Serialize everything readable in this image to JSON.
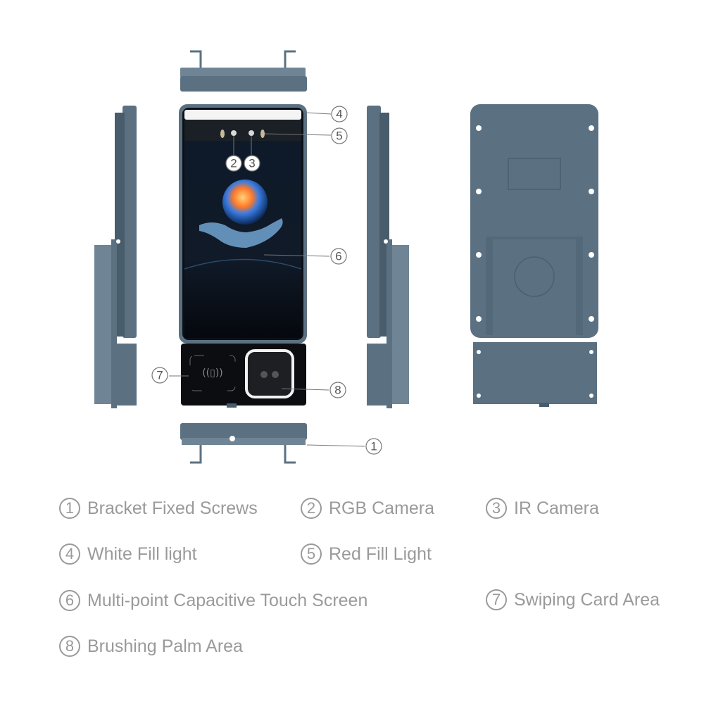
{
  "colors": {
    "device_body": "#5b7182",
    "device_dark": "#485c6b",
    "device_light": "#6f8595",
    "screen_bg": "#0b0f16",
    "legend_text": "#9a9a9a"
  },
  "callouts": {
    "c1": "1",
    "c2": "2",
    "c3": "3",
    "c4": "4",
    "c5": "5",
    "c6": "6",
    "c7": "7",
    "c8": "8"
  },
  "legend": [
    {
      "number": "1",
      "label": "Bracket Fixed Screws"
    },
    {
      "number": "2",
      "label": "RGB Camera"
    },
    {
      "number": "3",
      "label": "IR Camera"
    },
    {
      "number": "4",
      "label": "White Fill light"
    },
    {
      "number": "5",
      "label": "Red Fill Light"
    },
    {
      "number": "6",
      "label": "Multi-point Capacitive Touch Screen"
    },
    {
      "number": "7",
      "label": "Swiping Card Area"
    },
    {
      "number": "8",
      "label": "Brushing Palm Area"
    }
  ]
}
